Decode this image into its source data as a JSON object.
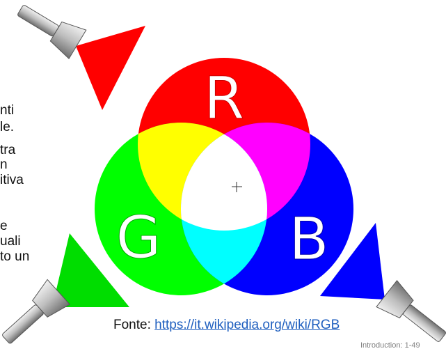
{
  "side_text": {
    "lines": [
      "nti",
      "le.",
      "tra",
      "n",
      "itiva",
      "e",
      "uali",
      "to un"
    ]
  },
  "diagram": {
    "red_label": "R",
    "green_label": "G",
    "blue_label": "B",
    "colors": {
      "red": "#ff0000",
      "green": "#00ff00",
      "blue": "#0000ff",
      "yellow": "#ffff00",
      "magenta": "#ff00ff",
      "cyan": "#00ffff",
      "white": "#ffffff"
    }
  },
  "caption": {
    "prefix": "Fonte: ",
    "link_text": "https://it.wikipedia.org/wiki/RGB"
  },
  "footer": {
    "slide_label": "Introduction: 1-49"
  }
}
